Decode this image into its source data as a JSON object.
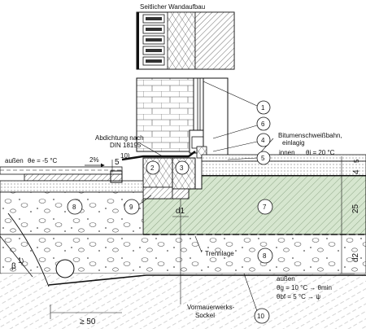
{
  "title": "Seitlicher Wandaufbau",
  "abdichtung": [
    "Abdichtung nach",
    "DIN 18195"
  ],
  "bitumen": [
    "Bitumenschweißbahn,",
    "einlagig"
  ],
  "innen": "innen",
  "innen_temp": "θi = 20 °C",
  "aussen_left": "außen",
  "aussen_left_temp": "θe = -5 °C",
  "slope": "2%",
  "dim_5": "5",
  "dim_5_sup": "10)",
  "dim_4": "4",
  "dim_4_sup": "5",
  "dim_25": "25",
  "dim_d2": "d2",
  "dim_d1": "d1",
  "trennlage": "Trennlage",
  "beta": "β",
  "beta_sup": "1)",
  "ge50": "≥ 50",
  "vormauer": [
    "Vormauerwerks-",
    "Sockel"
  ],
  "aussen_right": "außen",
  "theta_g": "θg = 10 °C → θmin",
  "theta_bf": "θbf = 5 °C → ψ",
  "callouts": [
    "1",
    "2",
    "3",
    "4",
    "5",
    "6",
    "7",
    "8",
    "8",
    "9",
    "10"
  ],
  "colors": {
    "concrete": "#d6e6cf",
    "line": "#111111"
  }
}
